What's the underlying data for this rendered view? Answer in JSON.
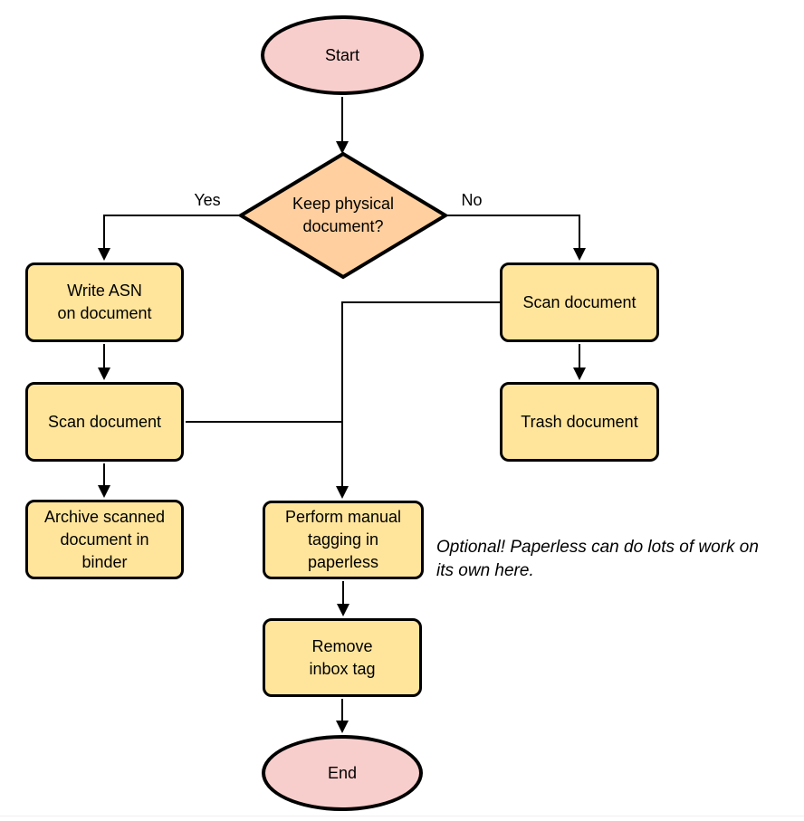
{
  "colors": {
    "terminator_fill": "#f8cecc",
    "decision_fill": "#ffcf9f",
    "process_fill": "#ffe59c",
    "stroke": "#000000",
    "text": "#000000"
  },
  "nodes": {
    "start": {
      "type": "terminator",
      "lines": [
        "Start"
      ]
    },
    "decision": {
      "type": "decision",
      "lines": [
        "Keep physical",
        "document?"
      ]
    },
    "write_asn": {
      "type": "process",
      "lines": [
        "Write ASN",
        "on document"
      ]
    },
    "scan_left": {
      "type": "process",
      "lines": [
        "Scan document"
      ]
    },
    "archive": {
      "type": "process",
      "lines": [
        "Archive scanned",
        "document in",
        "binder"
      ]
    },
    "scan_right": {
      "type": "process",
      "lines": [
        "Scan document"
      ]
    },
    "trash": {
      "type": "process",
      "lines": [
        "Trash document"
      ]
    },
    "tagging": {
      "type": "process",
      "lines": [
        "Perform manual",
        "tagging in",
        "paperless"
      ]
    },
    "remove_tag": {
      "type": "process",
      "lines": [
        "Remove",
        "inbox tag"
      ]
    },
    "end": {
      "type": "terminator",
      "lines": [
        "End"
      ]
    }
  },
  "edge_labels": {
    "yes": "Yes",
    "no": "No"
  },
  "note": {
    "lines": [
      "Optional! Paperless can do lots of work on",
      "its own here."
    ]
  }
}
